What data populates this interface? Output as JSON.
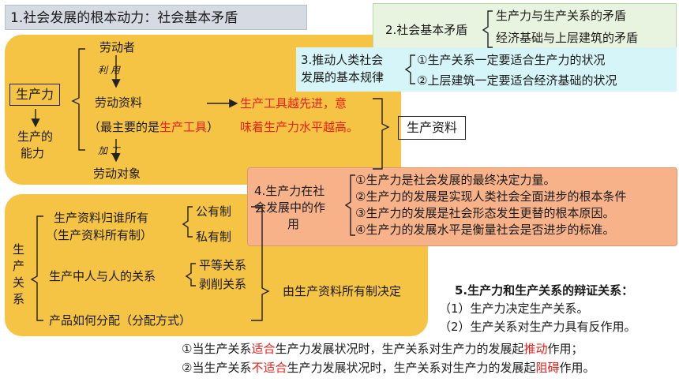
{
  "colors": {
    "panel_yellow": "#f6c444",
    "panel_green": "#e8f4df",
    "panel_cyan": "#d6f5f8",
    "panel_orange": "#f7b289",
    "title_bg": "#d6dbe3",
    "red_text": "#e8201a"
  },
  "title": "1.社会发展的根本动力：社会基本矛盾",
  "productivity": {
    "node": "生产力",
    "capacity_line1": "生产的",
    "capacity_line2": "能力",
    "laborer": "劳动者",
    "use": "利 用",
    "means": "劳动资料",
    "means_note_open": "（最主要的是",
    "means_note_red": "生产工具",
    "means_note_close": "）",
    "process": "加 工",
    "object": "劳动对象",
    "tools_red": "生产工具越先进，意",
    "tools_tail": "味着生产力水平越高。",
    "means_of_production": "生产资料"
  },
  "basic_contradiction": {
    "label": "2.社会基本矛盾",
    "items": [
      "生产力与生产关系的矛盾",
      "经济基础与上层建筑的矛盾"
    ]
  },
  "basic_law": {
    "label_line1": "3.推动人类社会",
    "label_line2": "发展的基本规律",
    "items": [
      "①生产关系一定要适合生产力的状况",
      "②上层建筑一定要适合经济基础的状况"
    ]
  },
  "role": {
    "label_line1": "4.生产力在社",
    "label_line2": "会发展中的作",
    "label_line3": "用",
    "items": [
      "①生产力是社会发展的最终决定力量。",
      "②生产力的发展是实现人类社会全面进步的根本条件",
      "③生产力的发展是社会形态发生更替的根本原因。",
      "④生产力的发展水平是衡量社会是否进步的标准。"
    ]
  },
  "relations": {
    "label_chars": [
      "生",
      "产",
      "关",
      "系"
    ],
    "ownership": "生产资料归谁所有",
    "ownership_sub": "（生产资料所有制）",
    "public": "公有制",
    "private": "私有制",
    "human": "生产中人与人的关系",
    "equal": "平等关系",
    "exploit": "剥削关系",
    "decided": "由生产资料所有制决定",
    "distribution": "产品如何分配（分配方式）"
  },
  "dialectic": {
    "heading": "5.生产力和生产关系的辩证关系：",
    "p1": "（1）生产力决定生产关系。",
    "p2": "（2）生产关系对生产力具有反作用。",
    "l1_a": "①当生产关系",
    "l1_red1": "适合",
    "l1_b": "生产力发展状况时，生产关系对生产力的发展起",
    "l1_red2": "推动",
    "l1_c": "作用；",
    "l2_a": "②当生产关系",
    "l2_red1": "不适合",
    "l2_b": "生产力发展状况时，生产关系对生产力的发展起",
    "l2_red2": "阻碍",
    "l2_c": "作用。"
  }
}
